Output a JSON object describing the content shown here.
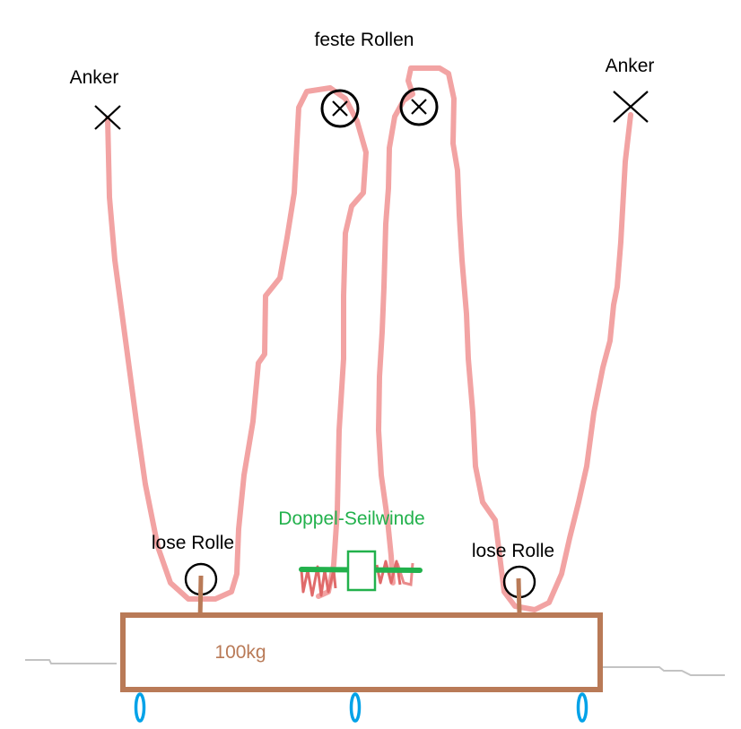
{
  "labels": {
    "fixed_pulleys": "feste Rollen",
    "anchor_left": "Anker",
    "anchor_right": "Anker",
    "loose_pulley_left": "lose Rolle",
    "loose_pulley_right": "lose Rolle",
    "winch": "Doppel-Seilwinde",
    "mass": "100kg"
  },
  "colors": {
    "rope": "#f2a3a3",
    "rope_core": "#e07f7f",
    "box": "#b97a57",
    "winch": "#22b14c",
    "wheel": "#00a2e8",
    "ground": "#c3c3c3",
    "ink": "#000000"
  }
}
